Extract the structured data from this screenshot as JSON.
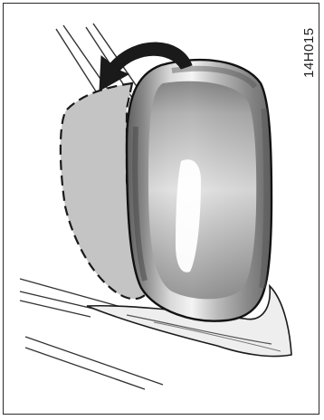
{
  "figure": {
    "code": "14H015",
    "icons": [
      "fold-arrow-icon",
      "folded-mirror-outline",
      "door-mirror"
    ],
    "colors": {
      "line": "#1a1a1a",
      "mirror_dark": "#6b6b6b",
      "mirror_light": "#f2f2f2",
      "folded_fill": "#bdbdbd"
    }
  }
}
